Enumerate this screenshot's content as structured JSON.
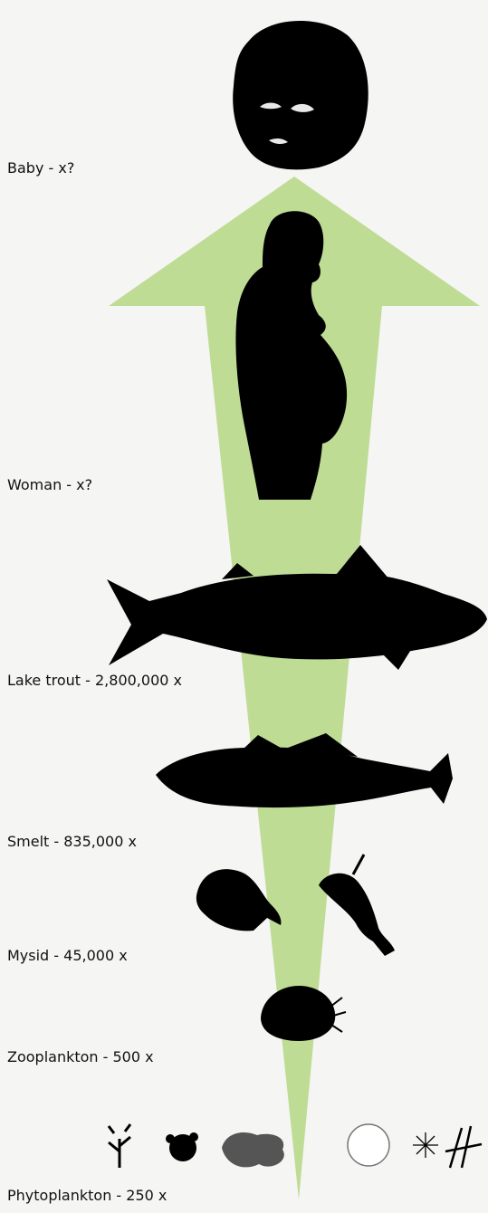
{
  "colors": {
    "background": "#f5f5f3",
    "arrow": "#bfdc95",
    "silhouette": "#000000"
  },
  "levels": [
    {
      "label": "Baby - x?",
      "icon": "baby-head-icon"
    },
    {
      "label": "Woman - x?",
      "icon": "pregnant-woman-icon"
    },
    {
      "label": "Lake trout - 2,800,000 x",
      "icon": "lake-trout-icon"
    },
    {
      "label": "Smelt - 835,000 x",
      "icon": "smelt-icon"
    },
    {
      "label": "Mysid - 45,000 x",
      "icon": "mysid-icon"
    },
    {
      "label": "Zooplankton - 500 x",
      "icon": "zooplankton-icon"
    },
    {
      "label": "Phytoplankton - 250 x",
      "icon": "phytoplankton-icon"
    }
  ]
}
